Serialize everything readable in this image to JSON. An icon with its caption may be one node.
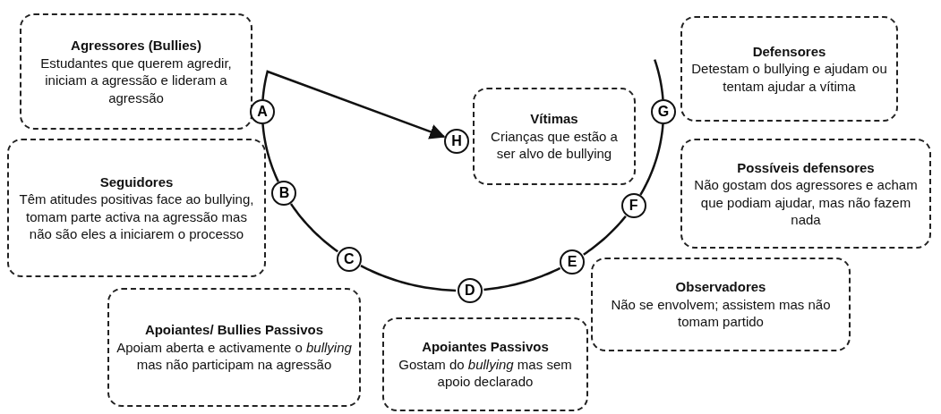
{
  "diagram": {
    "nodes": [
      {
        "text": [
          "Agressores (Bullies)",
          "Estudantes que querem agredir, iniciam a agressão e lideram a agressão"
        ]
      },
      {
        "text": [
          "Defensores",
          "Detestam o bullying e ajudam ou tentam ajudar a vítima"
        ]
      },
      {
        "text": [
          "Vítimas",
          "Crianças que estão a ser alvo de bullying"
        ]
      },
      {
        "text": [
          "Seguidores",
          "Têm atitudes positivas face ao bullying, tomam parte activa na agressão mas não são eles a iniciarem o processo"
        ]
      },
      {
        "text": [
          "Possíveis defensores",
          "Não gostam dos agressores e acham que podiam ajudar, mas não fazem nada"
        ]
      },
      {
        "text": [
          "Observadores",
          "Não se envolvem; assistem mas não tomam partido"
        ]
      },
      {
        "text": [
          "Apoiantes/ Bullies Passivos",
          "Apoiam aberta e activamente o *bullying* mas não participam na agressão"
        ]
      },
      {
        "text": [
          "Apoiantes Passivos",
          "Gostam do *bullying* mas sem apoio declarado"
        ]
      },
      {
        "text": [
          "A"
        ]
      },
      {
        "text": [
          "B"
        ]
      },
      {
        "text": [
          "C"
        ]
      },
      {
        "text": [
          "D"
        ]
      },
      {
        "text": [
          "E"
        ]
      },
      {
        "text": [
          "F"
        ]
      },
      {
        "text": [
          "G"
        ]
      },
      {
        "text": [
          "H"
        ]
      }
    ],
    "edges": [
      {
        "from": 8,
        "to": 9,
        "arrow": "none"
      },
      {
        "from": 9,
        "to": 10,
        "arrow": "none"
      },
      {
        "from": 10,
        "to": 11,
        "arrow": "none"
      },
      {
        "from": 11,
        "to": 12,
        "arrow": "none"
      },
      {
        "from": 12,
        "to": 13,
        "arrow": "none"
      },
      {
        "from": 13,
        "to": 14,
        "arrow": "none"
      },
      {
        "from": 8,
        "to": 15,
        "arrow": "to"
      }
    ]
  }
}
